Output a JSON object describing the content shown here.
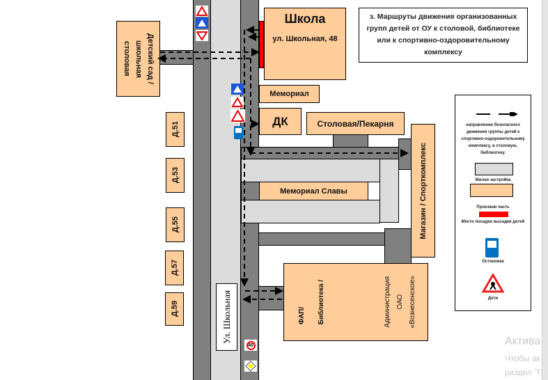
{
  "title": "з. Маршруты движения организованных групп детей от ОУ к столовой, библиотеке или к спортивно-оздоровительному комплексу",
  "buildings": {
    "school_name": "Школа",
    "school_address": "ул. Школьная, 48",
    "kindergarten_line1": "Детский сад /",
    "kindergarten_line2": "школьная",
    "kindergarten_line3": "столовая",
    "memorial": "Мемориал",
    "dk": "ДК",
    "canteen": "Столовая/Пекарня",
    "memorial_glory": "Мемориал Славы",
    "shop_sport": "Магазин /  Спорткомплекс",
    "fap_line1": "ФАП/",
    "fap_line2": "Библиотека /",
    "admin_line1": "Администрация",
    "admin_line2": "ОАО",
    "admin_line3": "«Вознесенское»",
    "houses": [
      "Д.51",
      "Д.53",
      "Д.55",
      "Д.57",
      "Д.59"
    ]
  },
  "street_label": "Ул. Школьная",
  "speed_limit": "40",
  "legend": {
    "route": "направление безопасного движения группы детей к спортивно-оздоровительному комплексу, в столовую, библиотеку.",
    "residential": "Жилая застройка",
    "roadway": "Проезжая часть",
    "boarding": "Место посадки высадки детей",
    "bus_stop": "Остановка",
    "children": "Дети"
  },
  "colors": {
    "building": "#fecd9a",
    "road": "#808080",
    "residential": "#dcdcdc",
    "boarding": "#ff0000",
    "bus_stop": "#0070c0"
  },
  "watermark": {
    "line1": "Актива",
    "line2": "Чтобы ак",
    "line3": "раздел \"П"
  }
}
